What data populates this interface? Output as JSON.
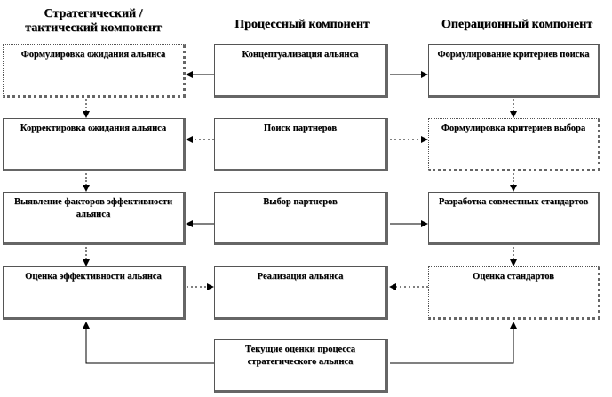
{
  "headers": {
    "strategic": "Стратегический / тактический компонент",
    "process": "Процессный компонент",
    "operational": "Операционный компонент"
  },
  "boxes": {
    "s1": "Формулировка ожидания альянса",
    "s2": "Корректировка ожидания альянса",
    "s3": "Выявление факторов эффективности альянса",
    "s4": "Оценка эффективности альянса",
    "p1": "Концептуализация альянса",
    "p2": "Поиск партнеров",
    "p3": "Выбор партнеров",
    "p4": "Реализация альянса",
    "o1": "Формулирование критериев поиска",
    "o2": "Формулировка критериев выбора",
    "o3": "Разработка совместных стандартов",
    "o4": "Оценка стандартов",
    "bottom": "Текущие оценки процесса стратегического альянса"
  }
}
